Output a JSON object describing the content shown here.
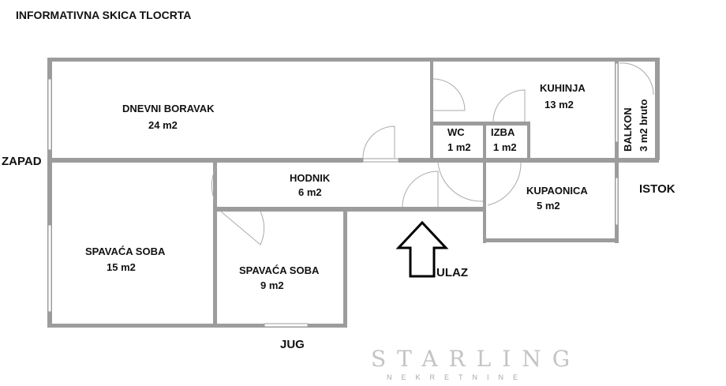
{
  "title": "INFORMATIVNA SKICA TLOCRTA",
  "directions": {
    "west": "ZAPAD",
    "east": "ISTOK",
    "south": "JUG",
    "entrance": "ULAZ"
  },
  "rooms": {
    "living": {
      "name": "DNEVNI BORAVAK",
      "area": "24 m2"
    },
    "kitchen": {
      "name": "KUHINJA",
      "area": "13 m2"
    },
    "balcony": {
      "name": "BALKON",
      "area": "3 m2 bruto"
    },
    "wc": {
      "name": "WC",
      "area": "1 m2"
    },
    "storage": {
      "name": "IZBA",
      "area": "1 m2"
    },
    "hallway": {
      "name": "HODNIK",
      "area": "6 m2"
    },
    "bathroom": {
      "name": "KUPAONICA",
      "area": "5 m2"
    },
    "bedroom1": {
      "name": "SPAVAĆA SOBA",
      "area": "15 m2"
    },
    "bedroom2": {
      "name": "SPAVAĆA SOBA",
      "area": "9 m2"
    }
  },
  "watermark": {
    "brand": "STARLING",
    "sub": "NEKRETNINE"
  }
}
